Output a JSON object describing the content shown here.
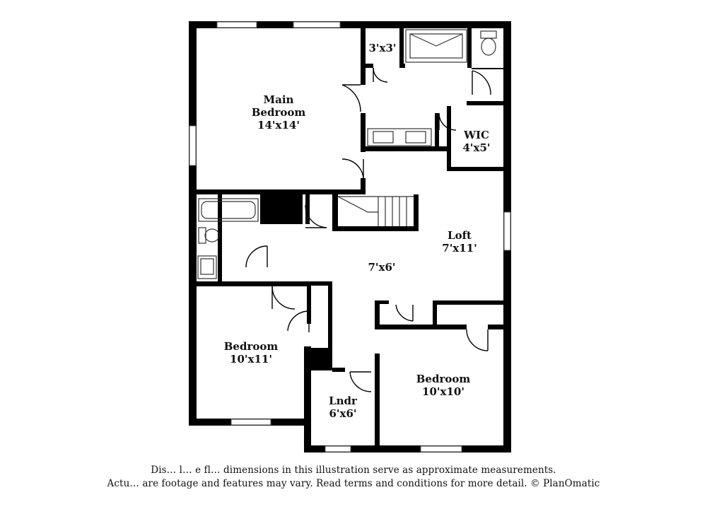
{
  "rooms": {
    "main_bedroom": {
      "name_line1": "Main",
      "name_line2": "Bedroom",
      "size": "14'x14'"
    },
    "closet_small": {
      "size": "3'x3'"
    },
    "wic": {
      "name": "WIC",
      "size": "4'x5'"
    },
    "loft": {
      "name": "Loft",
      "size": "7'x11'"
    },
    "hall": {
      "size": "7'x6'"
    },
    "bedroom_left": {
      "name": "Bedroom",
      "size": "10'x11'"
    },
    "bedroom_right": {
      "name": "Bedroom",
      "size": "10'x10'"
    },
    "laundry": {
      "name": "Lndr",
      "size": "6'x6'"
    }
  },
  "disclaimer": {
    "line1": "Dis… l… e fl… dimensions in this illustration serve as approximate measurements.",
    "line2": "Actu… are footage and features may vary. Read terms and conditions for more detail. © PlanOmatic"
  },
  "colors": {
    "wall": "#000000",
    "fixture": "#333333",
    "background": "#ffffff"
  }
}
